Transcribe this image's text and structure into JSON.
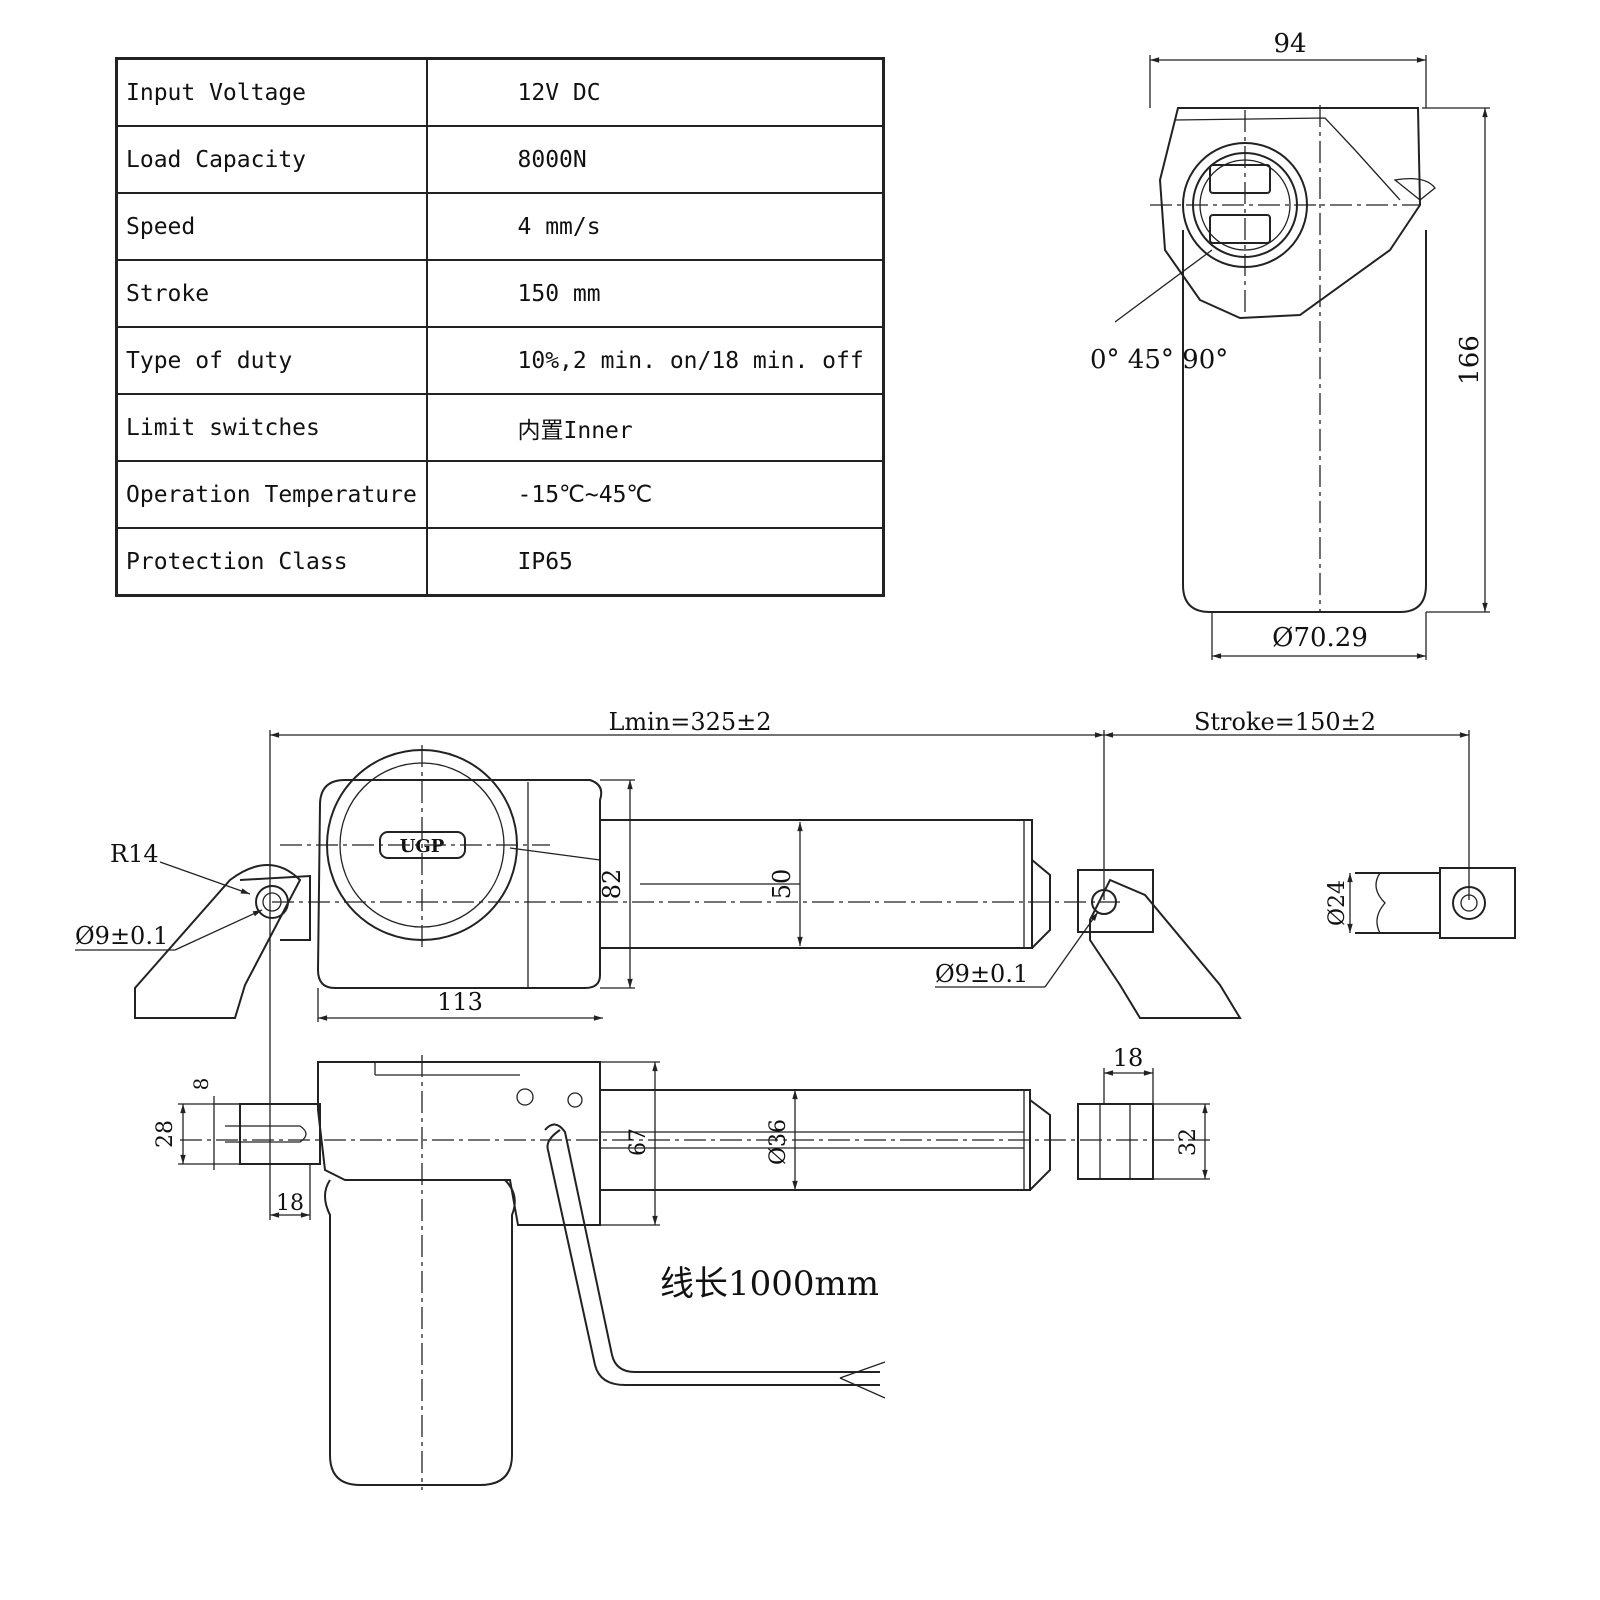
{
  "spec_table": {
    "rows": [
      {
        "label": "Input Voltage",
        "value": "12V DC"
      },
      {
        "label": "Load Capacity",
        "value": "8000N"
      },
      {
        "label": "Speed",
        "value": "4 mm/s"
      },
      {
        "label": "Stroke",
        "value": "150 mm"
      },
      {
        "label": "Type of duty",
        "value": "10%,2 min. on/18 min. off"
      },
      {
        "label": "Limit switches",
        "value": "内置Inner"
      },
      {
        "label": "Operation Temperature",
        "value": "-15℃~45℃"
      },
      {
        "label": "Protection Class",
        "value": "IP65"
      }
    ]
  },
  "end_view": {
    "width_dim": "94",
    "height_dim": "166",
    "diameter_dim": "Ø70.29",
    "angles": "0° 45° 90°"
  },
  "side_view": {
    "lmin": "Lmin=325±2",
    "stroke": "Stroke=150±2",
    "radius": "R14",
    "hole_left": "Ø9±0.1",
    "hole_right": "Ø9±0.1",
    "tube_dim": "50",
    "height_dim": "82",
    "motor_len": "113",
    "rod_dim": "Ø24",
    "logo": "UGP"
  },
  "top_view": {
    "dim_8": "8",
    "dim_28": "28",
    "dim_18_left": "18",
    "dim_67": "67",
    "dim_36": "Ø36",
    "dim_18_right": "18",
    "dim_32": "32",
    "cable_note": "线长1000mm"
  }
}
